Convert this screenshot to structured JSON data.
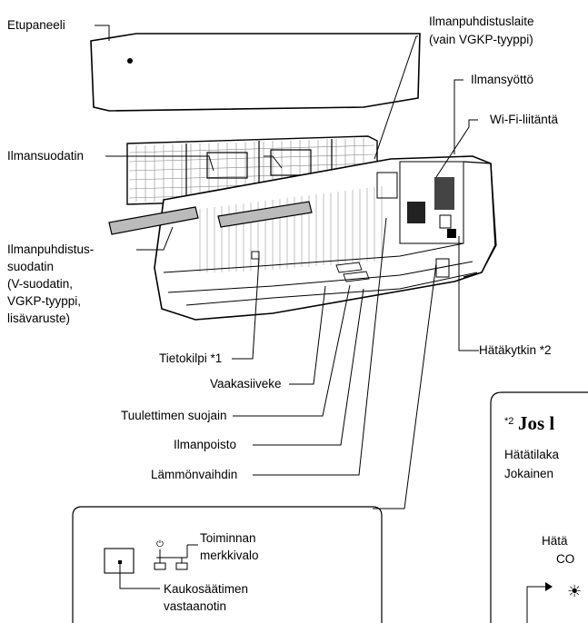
{
  "labels": {
    "front_panel": "Etupaneeli",
    "air_purifier_line1": "Ilmanpuhdistuslaite",
    "air_purifier_line2": "(vain VGKP-tyyppi)",
    "air_intake": "Ilmansyöttö",
    "wifi": "Wi-Fi-liitäntä",
    "air_filter": "Ilmansuodatin",
    "purifier_filter_lines": [
      "Ilmanpuhdistus-",
      "suodatin",
      "(V-suodatin,",
      "VGKP-tyyppi,",
      "lisävaruste)"
    ],
    "info_plate": "Tietokilpi *1",
    "emergency_switch": "Hätäkytkin *2",
    "horizontal_flap": "Vaakasiiveke",
    "fan_guard": "Tuulettimen suojain",
    "air_outlet": "Ilmanpoisto",
    "heat_exchanger": "Lämmönvaihdin"
  },
  "inset": {
    "indicator_line1": "Toiminnan",
    "indicator_line2": "merkkivalo",
    "receiver_line1": "Kaukosäätimen",
    "receiver_line2": "vastaanotin"
  },
  "note": {
    "superscript": "*2",
    "title": "Jos l",
    "line1": "Hätätilaka",
    "line2": "Jokainen",
    "line3": "Hätä",
    "line4": "CO"
  },
  "colors": {
    "line": "#000000",
    "panel_fill": "#ffffff",
    "grille": "#d0d0d0"
  }
}
